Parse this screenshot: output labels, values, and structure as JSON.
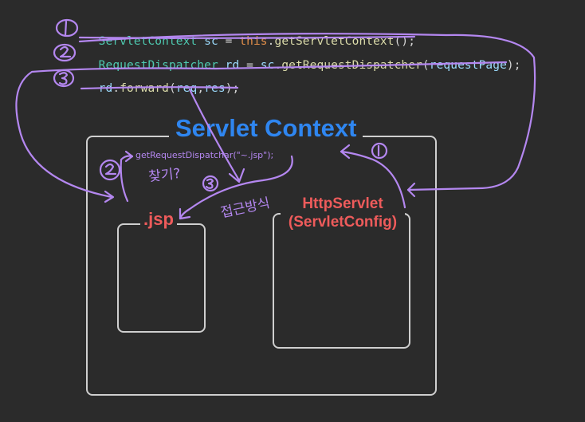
{
  "code": {
    "line1": {
      "type": "ServletContext",
      "var": "sc",
      "op": " = ",
      "kw": "this",
      "dot": ".",
      "fn": "getServletContext",
      "tail": "();"
    },
    "line2": {
      "type": "RequestDispatcher",
      "var": "rd",
      "op": " = ",
      "obj": "sc",
      "dot": ".",
      "fn": "getRequestDispatcher",
      "open": "(",
      "arg": "requestPage",
      "tail": ");"
    },
    "line3": {
      "obj": "rd",
      "dot": ".",
      "fn": "forward",
      "open": "(",
      "arg1": "req",
      "comma": ",",
      "arg2": "res",
      "tail": ");"
    }
  },
  "diagram": {
    "context_title": "Servlet Context",
    "jsp_label": ".jsp",
    "servlet_label_line1": "HttpServlet",
    "servlet_label_line2": "(ServletConfig)",
    "annotation_dispatcher": "getRequestDispatchar(\"~.jsp\");",
    "annotation_find": "찾기?",
    "annotation_access": "접근방식"
  },
  "colors": {
    "title_blue": "#2f86f0",
    "label_red": "#ee5b5b",
    "pen_purple": "#b487f0",
    "background": "#2b2b2b"
  }
}
